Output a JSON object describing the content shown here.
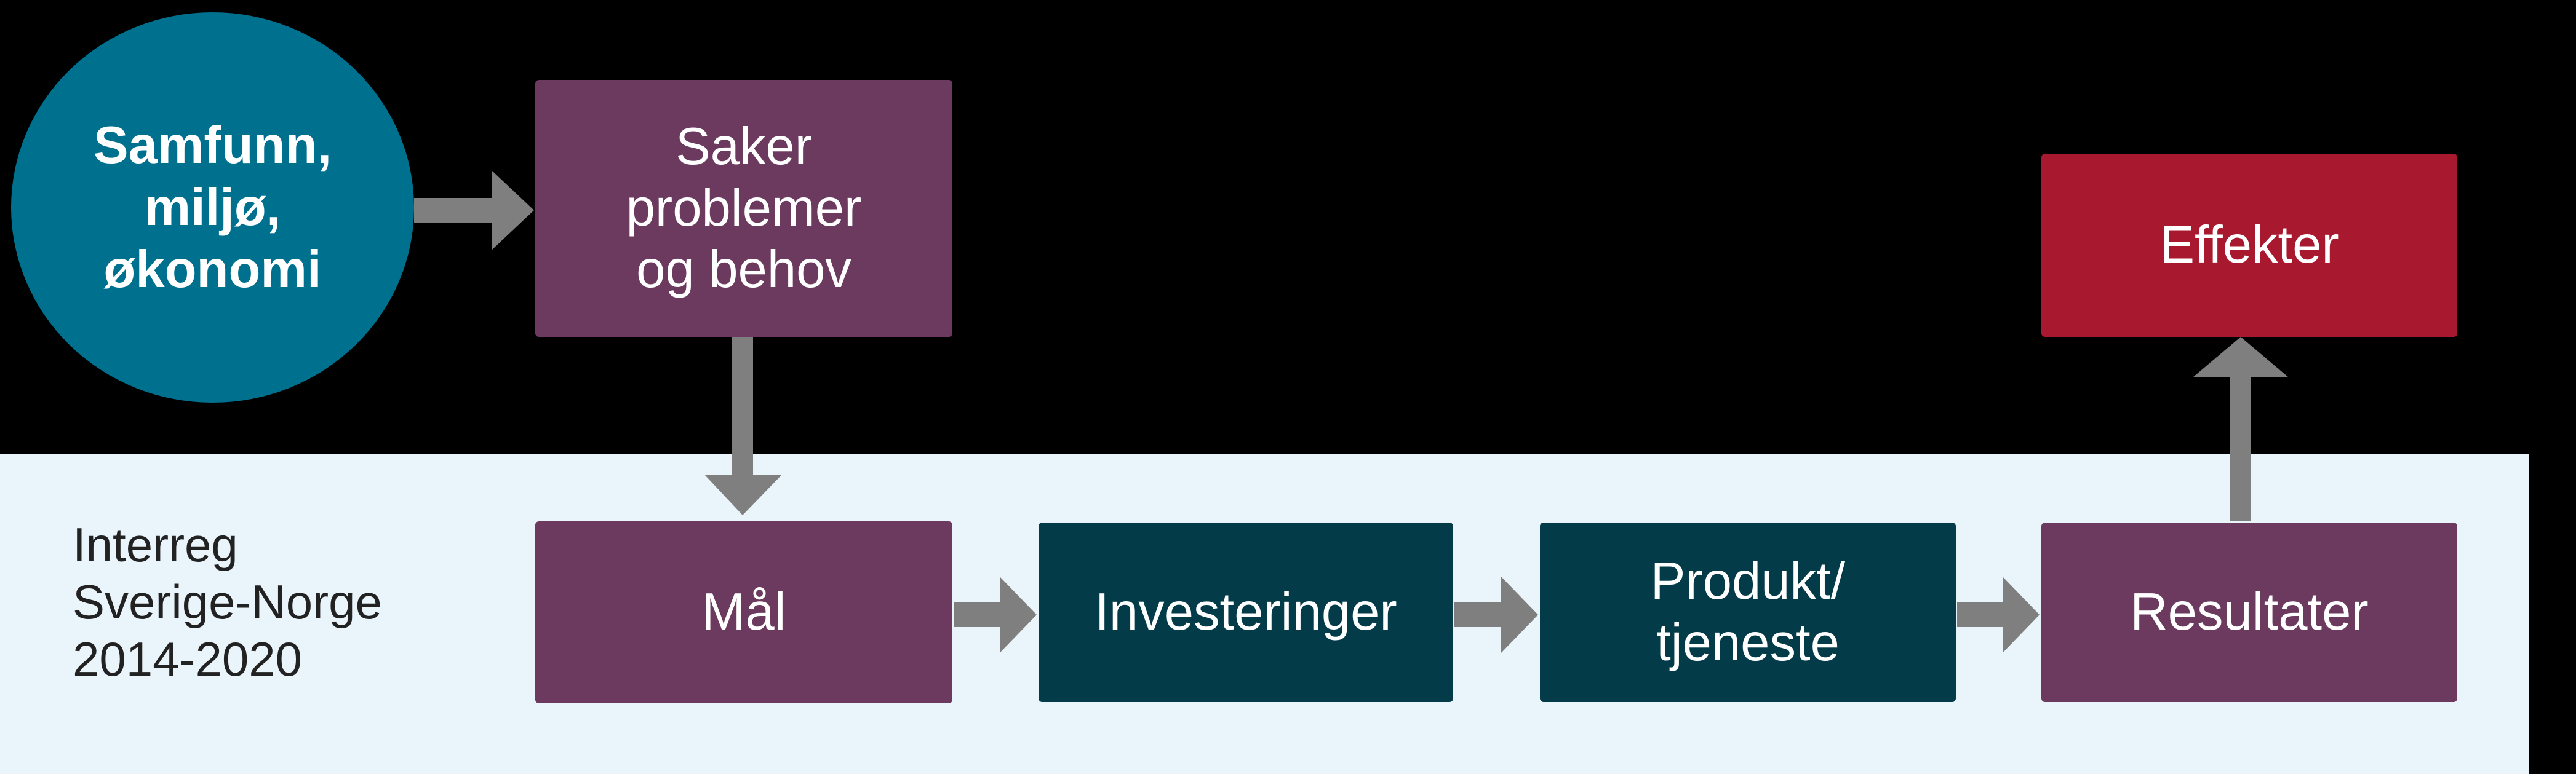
{
  "context_circle": {
    "label": "Samfunn,\nmiljø,\nøkonomi"
  },
  "program_label": "Interreg\nSverige-Norge\n2014-2020",
  "boxes": {
    "needs": "Saker\nproblemer\nog behov",
    "goal": "Mål",
    "investments": "Investeringer",
    "product": "Produkt/\ntjeneste",
    "results": "Resultater",
    "effects": "Effekter"
  },
  "colors": {
    "background": "#000000",
    "program_band": "#eaf5fb",
    "circle": "#00708f",
    "purple_box": "#6b3a5e",
    "teal_box": "#033b48",
    "red_box": "#a8182e",
    "arrow": "#7f7f7f"
  }
}
